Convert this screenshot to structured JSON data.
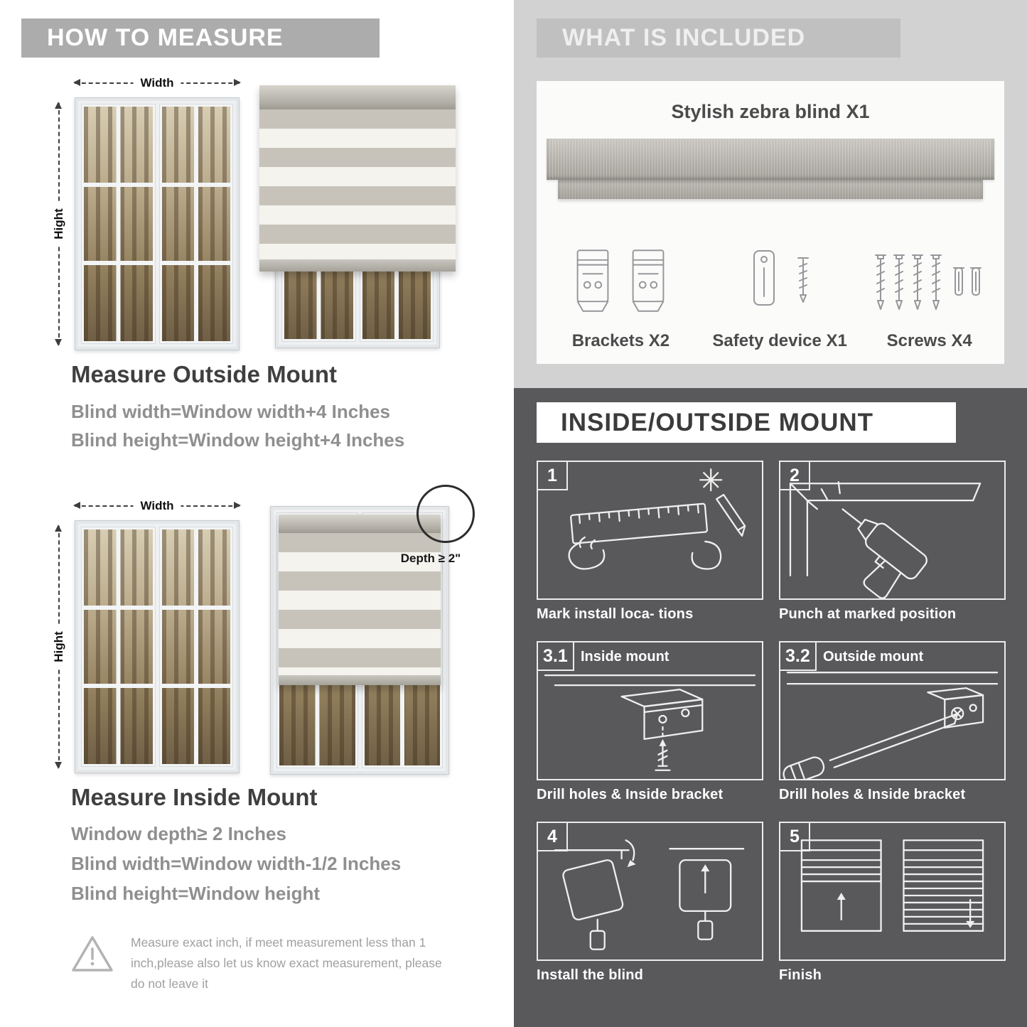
{
  "colors": {
    "left_banner_bg": "#acacac",
    "right_top_bg": "#d2d2d2",
    "dark_bg": "#59595b",
    "formula_text": "#8f8f8f"
  },
  "how_to_measure": {
    "banner": "HOW TO MEASURE",
    "width_label": "Width",
    "height_label": "Hight",
    "outside": {
      "title": "Measure Outside Mount",
      "lines": [
        "Blind width=Window width+4 Inches",
        "Blind height=Window height+4 Inches"
      ]
    },
    "inside": {
      "title": "Measure Inside Mount",
      "depth_label": "Depth ≥ 2\"",
      "lines": [
        "Window depth≥ 2 Inches",
        "Blind width=Window width-1/2 Inches",
        "Blind height=Window height"
      ]
    },
    "note": "Measure exact inch, if meet measurement less than 1 inch,please also let us know exact measurement, please do not leave it"
  },
  "included": {
    "banner": "WHAT IS INCLUDED",
    "product": "Stylish zebra blind X1",
    "items": [
      {
        "label": "Brackets X2"
      },
      {
        "label": "Safety device X1"
      },
      {
        "label": "Screws X4"
      }
    ]
  },
  "mount": {
    "banner": "INSIDE/OUTSIDE MOUNT",
    "steps": [
      {
        "num": "1",
        "label": "",
        "caption": "Mark install loca- tions"
      },
      {
        "num": "2",
        "label": "",
        "caption": "Punch at  marked position"
      },
      {
        "num": "3.1",
        "label": "Inside mount",
        "caption": "Drill holes &  Inside bracket"
      },
      {
        "num": "3.2",
        "label": "Outside mount",
        "caption": "Drill holes &  Inside bracket"
      },
      {
        "num": "4",
        "label": "",
        "caption": "Install the blind"
      },
      {
        "num": "5",
        "label": "",
        "caption": "Finish"
      }
    ]
  }
}
